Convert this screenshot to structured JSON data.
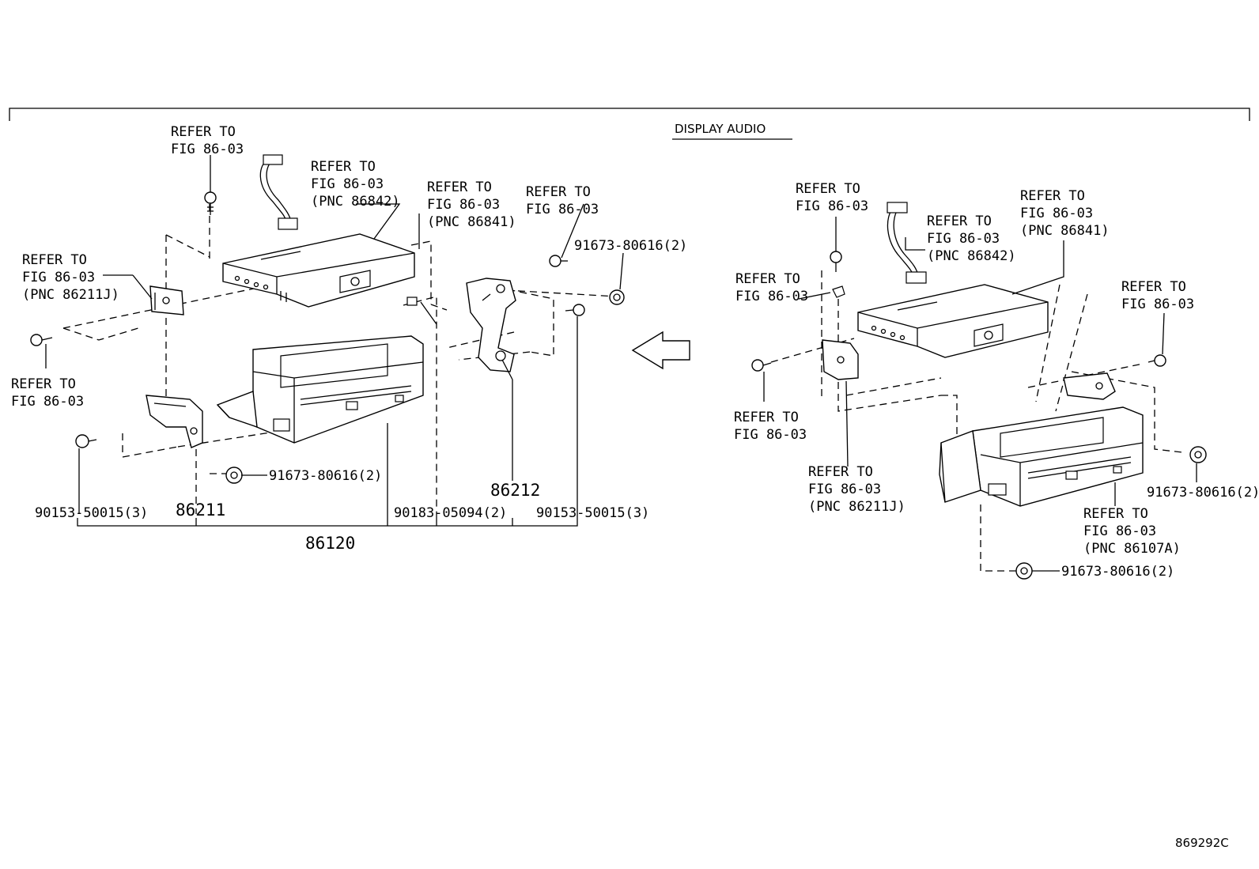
{
  "section_title": "DISPLAY AUDIO",
  "figure_code": "869292C",
  "left": {
    "refer_bolt_top": [
      "REFER TO",
      "FIG 86-03"
    ],
    "refer_harness": [
      "REFER TO",
      "FIG 86-03",
      "(PNC 86842)"
    ],
    "refer_unit": [
      "REFER TO",
      "FIG 86-03",
      "(PNC 86841)"
    ],
    "refer_bolt_right": [
      "REFER TO",
      "FIG 86-03"
    ],
    "refer_bracket": [
      "REFER TO",
      "FIG 86-03",
      "(PNC 86211J)"
    ],
    "refer_bolt_left": [
      "REFER TO",
      "FIG 86-03"
    ],
    "nut_top": "91673-80616(2)",
    "nut_mid": "91673-80616(2)",
    "screw_left": "90153-50015(3)",
    "screw_right": "90153-50015(3)",
    "clip": "90183-05094(2)",
    "bracket_left": "86211",
    "bracket_right": "86212",
    "assembly": "86120"
  },
  "right": {
    "refer_bolt_top": [
      "REFER TO",
      "FIG 86-03"
    ],
    "refer_harness": [
      "REFER TO",
      "FIG 86-03",
      "(PNC 86842)"
    ],
    "refer_unit": [
      "REFER TO",
      "FIG 86-03",
      "(PNC 86841)"
    ],
    "refer_clip": [
      "REFER TO",
      "FIG 86-03"
    ],
    "refer_bolt_right": [
      "REFER TO",
      "FIG 86-03"
    ],
    "refer_bolt_left": [
      "REFER TO",
      "FIG 86-03"
    ],
    "refer_bracket": [
      "REFER TO",
      "FIG 86-03",
      "(PNC 86211J)"
    ],
    "refer_display": [
      "REFER TO",
      "FIG 86-03",
      "(PNC 86107A)"
    ],
    "nut_right": "91673-80616(2)",
    "nut_bottom": "91673-80616(2)"
  }
}
